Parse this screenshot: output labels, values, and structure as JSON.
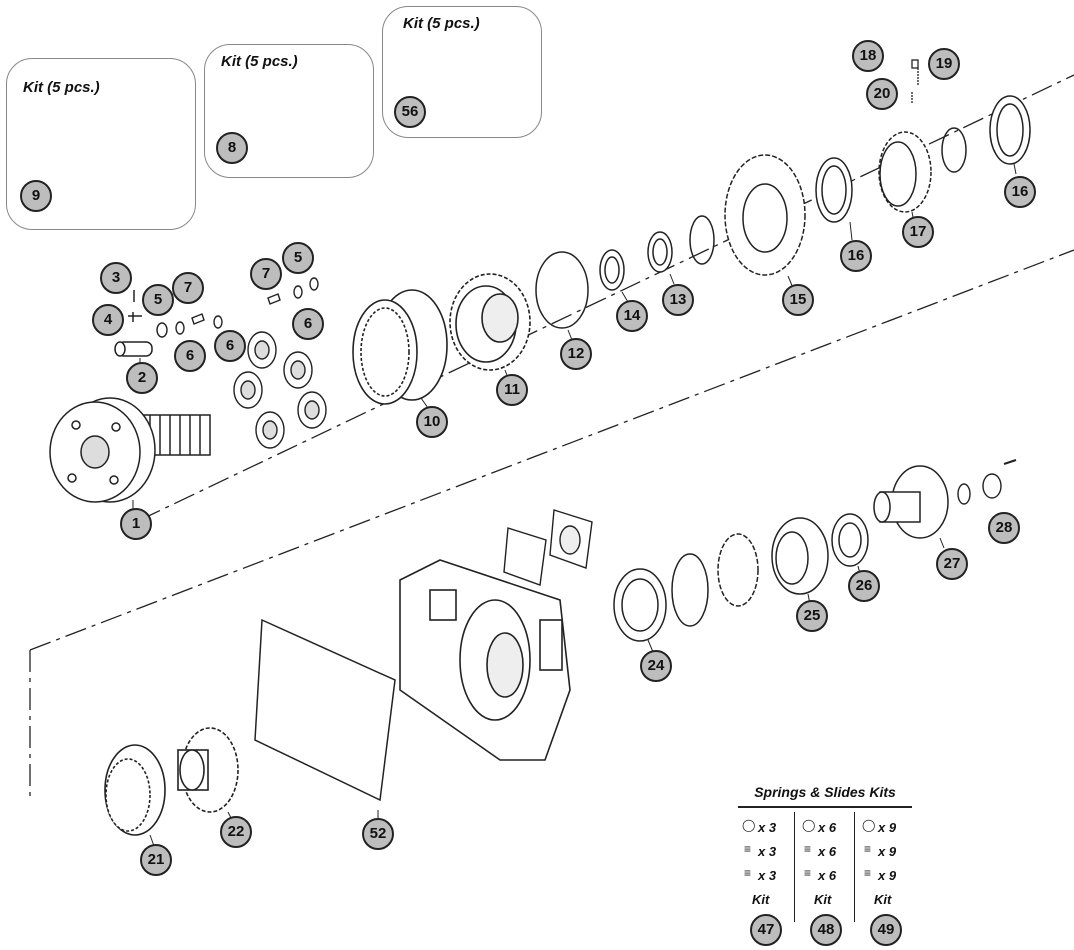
{
  "kits": [
    {
      "title": "Kit  (5 pcs.)",
      "number": "9"
    },
    {
      "title": "Kit  (5 pcs.)",
      "number": "8"
    },
    {
      "title": "Kit  (5 pcs.)",
      "number": "56"
    }
  ],
  "callouts": [
    "1",
    "2",
    "3",
    "4",
    "5",
    "5",
    "6",
    "6",
    "6",
    "7",
    "7",
    "10",
    "11",
    "12",
    "13",
    "14",
    "15",
    "16",
    "16",
    "17",
    "18",
    "19",
    "20",
    "21",
    "22",
    "24",
    "25",
    "26",
    "27",
    "28",
    "52"
  ],
  "springs_kits": {
    "title": "Springs & Slides Kits",
    "columns": [
      {
        "rows": [
          "x 3",
          "x 3",
          "x 3"
        ],
        "kit_label": "Kit",
        "kit_number": "47"
      },
      {
        "rows": [
          "x 6",
          "x 6",
          "x 6"
        ],
        "kit_label": "Kit",
        "kit_number": "48"
      },
      {
        "rows": [
          "x 9",
          "x 9",
          "x 9"
        ],
        "kit_label": "Kit",
        "kit_number": "49"
      }
    ]
  },
  "colors": {
    "badge_fill": "#bdbdbd",
    "line": "#222222",
    "kit_border": "#888888"
  }
}
